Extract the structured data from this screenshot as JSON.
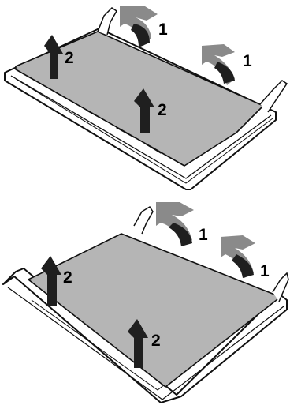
{
  "figure": {
    "panels": [
      {
        "id": "top",
        "labels": {
          "curved_arrow_a": "1",
          "curved_arrow_b": "1",
          "lift_arrow_a": "2",
          "lift_arrow_b": "2"
        }
      },
      {
        "id": "bottom",
        "labels": {
          "curved_arrow_a": "1",
          "curved_arrow_b": "1",
          "lift_arrow_a": "2",
          "lift_arrow_b": "2"
        }
      }
    ],
    "colors": {
      "pane": "#b5b5b5",
      "arrow": "#1f1f1f",
      "arrow_shadow": "#8a8a8a",
      "frame": "#ffffff",
      "outline": "#111111"
    }
  }
}
